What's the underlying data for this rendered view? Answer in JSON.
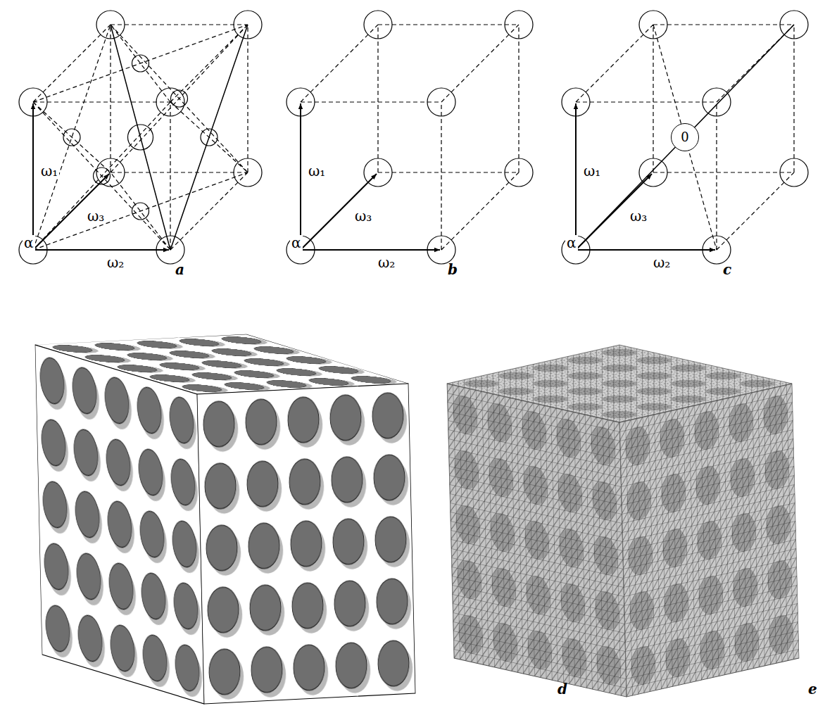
{
  "diagram": {
    "nodes": [
      {
        "text": [
          "0"
        ]
      }
    ],
    "labels": [
      "ω₁",
      "ω₃",
      "α",
      "ω₂",
      "a",
      "ω₁",
      "ω₃",
      "α",
      "ω₂",
      "b",
      "ω₁",
      "ω₃",
      "α",
      "ω₂",
      "c",
      "d",
      "e"
    ]
  }
}
